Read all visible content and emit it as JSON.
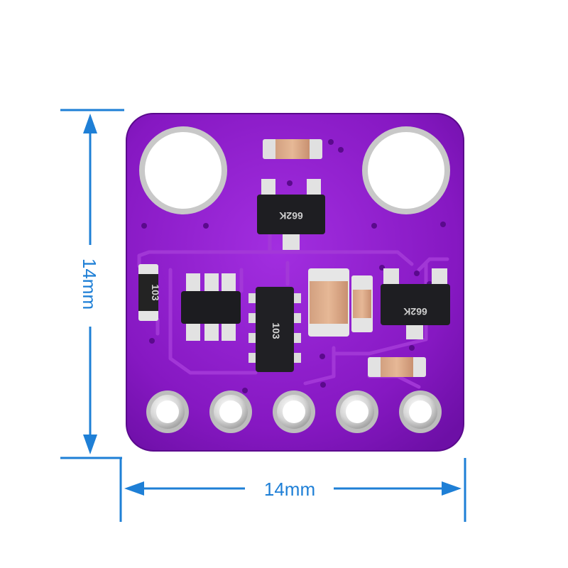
{
  "dimensions": {
    "width_label": "14mm",
    "height_label": "14mm",
    "color": "#1e7fd6"
  },
  "board": {
    "color": "#8a1ec8",
    "trace_color": "#a43ad8",
    "pad_count": 5,
    "components": {
      "transistor_left": "662K",
      "transistor_right": "662K",
      "resistor_array": "103",
      "resistor_left": "103"
    }
  }
}
